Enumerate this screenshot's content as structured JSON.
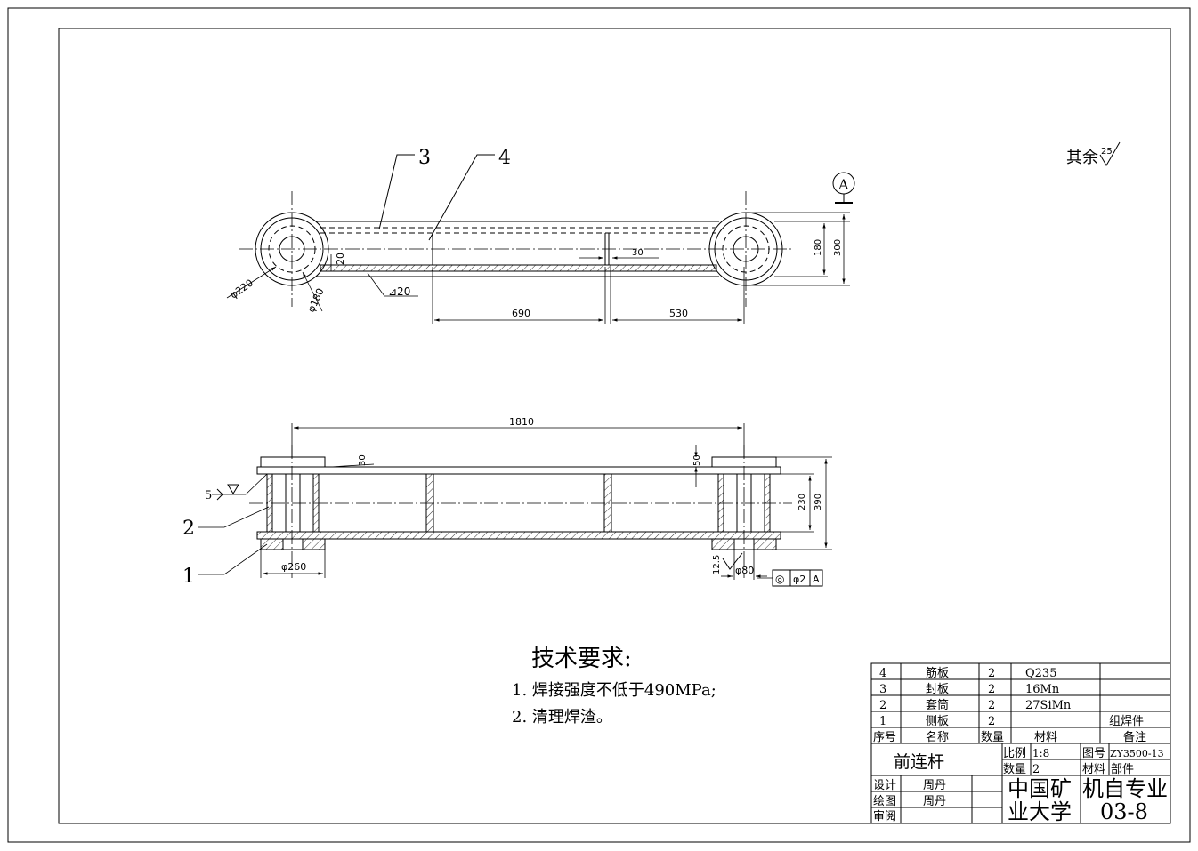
{
  "colors": {
    "ink": "#000000",
    "paper": "#ffffff"
  },
  "surface_note": {
    "text": "其余",
    "value": "25"
  },
  "datum": {
    "label": "A"
  },
  "top_view": {
    "balloons": [
      "3",
      "4"
    ],
    "dims": {
      "d_outer": "φ220",
      "d_inner": "φ180",
      "plate": "20",
      "weld": "⊿20",
      "len_a": "690",
      "len_b": "530",
      "gap": "30",
      "h_inner": "180",
      "h_outer": "300"
    }
  },
  "front_view": {
    "balloons": [
      "2",
      "1"
    ],
    "dims": {
      "overall": "1810",
      "plate_t": "30",
      "top_off": "50",
      "h_inner": "230",
      "h_outer": "390",
      "boss": "φ260",
      "bore": "φ80",
      "weld_size": "5",
      "rough": "12.5"
    },
    "tolerance": {
      "symbol": "◎",
      "value": "φ2",
      "datum": "A"
    }
  },
  "tech_req": {
    "title": "技术要求:",
    "items": [
      "1. 焊接强度不低于490MPa;",
      "2. 清理焊渣。"
    ]
  },
  "bom": {
    "rows": [
      {
        "no": "4",
        "name": "筋板",
        "qty": "2",
        "material": "Q235",
        "remark": ""
      },
      {
        "no": "3",
        "name": "封板",
        "qty": "2",
        "material": "16Mn",
        "remark": ""
      },
      {
        "no": "2",
        "name": "套筒",
        "qty": "2",
        "material": "27SiMn",
        "remark": ""
      },
      {
        "no": "1",
        "name": "侧板",
        "qty": "2",
        "material": "",
        "remark": "组焊件"
      }
    ],
    "header": {
      "no": "序号",
      "name": "名称",
      "qty": "数量",
      "material": "材料",
      "remark": "备注"
    }
  },
  "title_block": {
    "part_name": "前连杆",
    "scale_label": "比例",
    "scale_value": "1:8",
    "drawing_no_label": "图号",
    "drawing_no_value": "ZY3500-13",
    "qty_label": "数量",
    "qty_value": "2",
    "material_label": "材料",
    "material_value": "部件",
    "design_label": "设计",
    "design_name": "周丹",
    "draw_label": "绘图",
    "draw_name": "周丹",
    "review_label": "审阅",
    "school_line1": "中国矿",
    "school_line2": "业大学",
    "major_line1": "机自专业",
    "major_line2": "03-8"
  }
}
